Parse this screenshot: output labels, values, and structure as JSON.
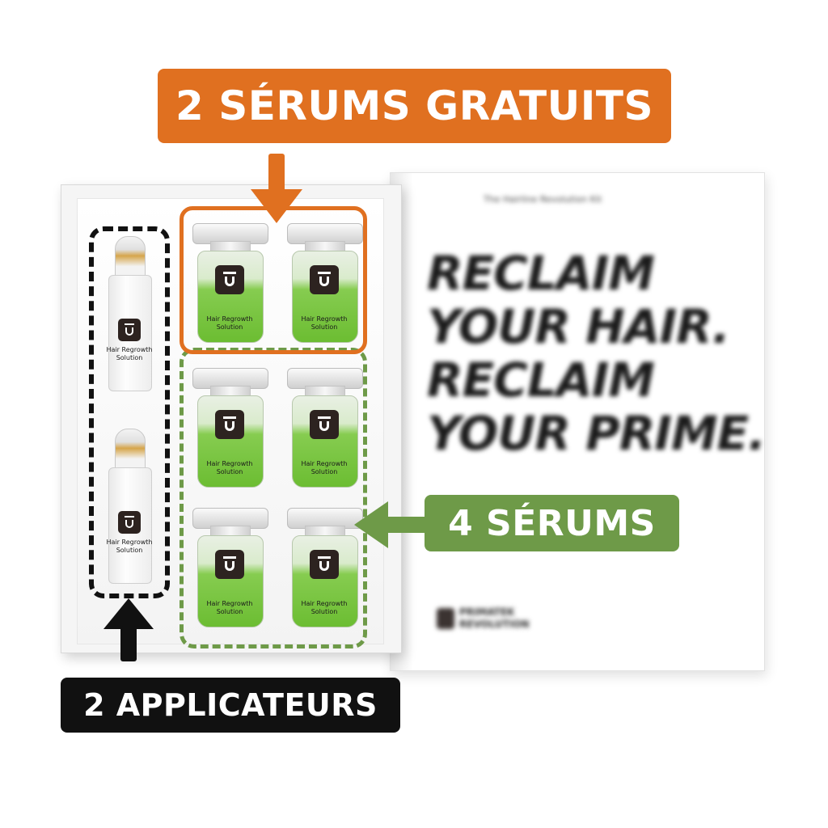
{
  "badges": {
    "top": "2 SÉRUMS GRATUITS",
    "right": "4 SÉRUMS",
    "bottom": "2 APPLICATEURS"
  },
  "colors": {
    "orange": "#e07020",
    "green": "#6e9a48",
    "black": "#111111"
  },
  "product_label": {
    "line1": "Hair Regrowth",
    "line2": "Solution"
  },
  "applicator_label": {
    "line1": "Hair Regrowth",
    "line2": "Solution"
  },
  "lid": {
    "small_text": "The Hairline Revolution Kit",
    "headline": [
      "RECLAIM",
      "YOUR HAIR.",
      "RECLAIM",
      "YOUR PRIME."
    ],
    "brand": [
      "PRIMATEK",
      "REVOLUTION"
    ]
  }
}
